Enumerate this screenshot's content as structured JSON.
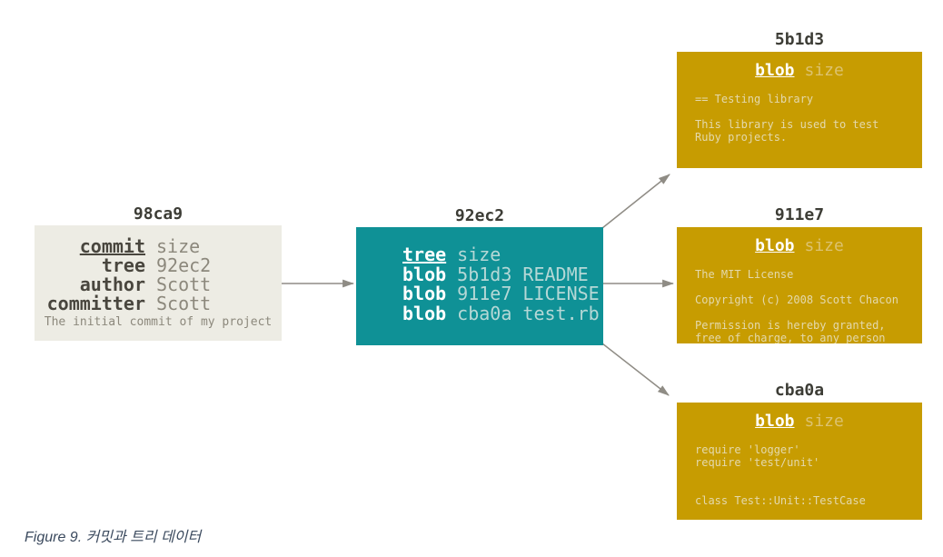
{
  "figure": {
    "caption": "Figure 9. 커밋과 트리 데이터"
  },
  "colors": {
    "background": "#ffffff",
    "commit_box_bg": "#edece4",
    "commit_key_text": "#49463e",
    "commit_value_text": "#8c887c",
    "tree_box_bg": "#0f9196",
    "tree_key_text": "#ffffff",
    "tree_value_text": "#b5d8d6",
    "blob_box_bg": "#c79c01",
    "blob_header_text": "#ffffff",
    "blob_size_text": "#dcc270",
    "blob_body_text": "#e4d9ad",
    "node_title_text": "#3d3d36",
    "arrow": "#8f8c85",
    "caption_text": "#3b4a5e"
  },
  "commit": {
    "title": "98ca9",
    "rows": [
      {
        "key": "commit",
        "value": "size"
      },
      {
        "key": "tree",
        "value": "92ec2"
      },
      {
        "key": "author",
        "value": "Scott"
      },
      {
        "key": "committer",
        "value": "Scott"
      }
    ],
    "message": "The initial commit of my project"
  },
  "tree": {
    "title": "92ec2",
    "rows": [
      {
        "key": "tree",
        "rest": "size"
      },
      {
        "key": "blob",
        "rest": "5b1d3 README"
      },
      {
        "key": "blob",
        "rest": "911e7 LICENSE"
      },
      {
        "key": "blob",
        "rest": "cba0a test.rb"
      }
    ]
  },
  "blobs": [
    {
      "title": "5b1d3",
      "type": "blob",
      "size_label": "size",
      "body": "== Testing library\n\nThis library is used to test\nRuby projects."
    },
    {
      "title": "911e7",
      "type": "blob",
      "size_label": "size",
      "body": "The MIT License\n\nCopyright (c) 2008 Scott Chacon\n\nPermission is hereby granted,\nfree of charge, to any person"
    },
    {
      "title": "cba0a",
      "type": "blob",
      "size_label": "size",
      "body": "require 'logger'\nrequire 'test/unit'\n\n\nclass Test::Unit::TestCase"
    }
  ]
}
